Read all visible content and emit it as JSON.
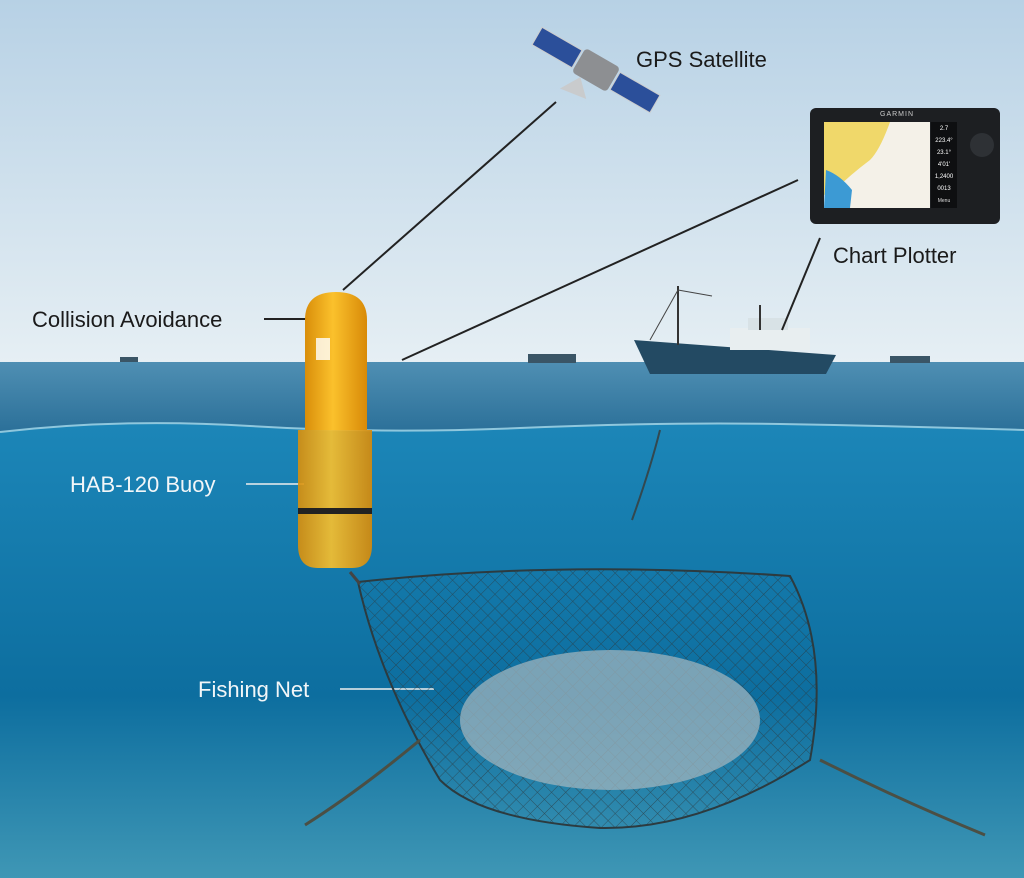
{
  "labels": {
    "gps_satellite": "GPS Satellite",
    "chart_plotter": "Chart Plotter",
    "collision_avoidance": "Collision Avoidance",
    "buoy": "HAB-120 Buoy",
    "fishing_net": "Fishing Net"
  },
  "plotter": {
    "brand_logo": "GARMIN",
    "readouts": [
      "2.7",
      "223.4°",
      "23.1°",
      "4'01'",
      "1,2400",
      "0013"
    ],
    "menu_button": "Menu"
  },
  "colors": {
    "sky_top": "#b9d3e6",
    "sky_horizon": "#e4eef4",
    "sea_surface": "#2f7fa8",
    "underwater": "#0f76a6",
    "buoy": "#f5b21a"
  }
}
